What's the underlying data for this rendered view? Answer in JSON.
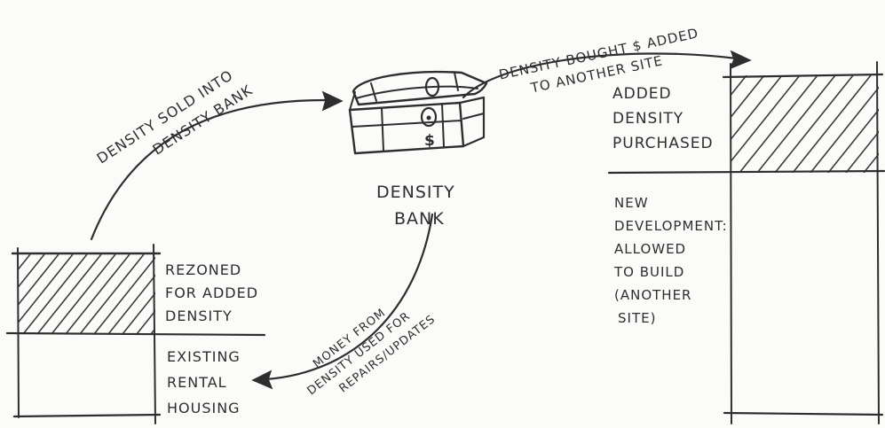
{
  "bank": {
    "label_line1": "DENSITY",
    "label_line2": "BANK",
    "icon": "treasure-chest-icon",
    "chest_symbol": "$"
  },
  "arrows": {
    "sold": {
      "line1": "DENSITY SOLD INTO",
      "line2": "DENSITY BANK"
    },
    "bought": {
      "line1": "DENSITY BOUGHT $ ADDED",
      "line2": "TO ANOTHER SITE"
    },
    "money": {
      "line1": "MONEY FROM",
      "line2": "DENSITY USED FOR",
      "line3": "REPAIRS/UPDATES"
    }
  },
  "left_site": {
    "top_label": [
      "REZONED",
      "FOR ADDED",
      "DENSITY"
    ],
    "bottom_label": [
      "EXISTING",
      "RENTAL",
      "HOUSING"
    ]
  },
  "right_site": {
    "top_label": [
      "ADDED",
      "DENSITY",
      "PURCHASED"
    ],
    "bottom_label": [
      "NEW",
      "DEVELOPMENT:",
      "ALLOWED",
      "TO BUILD",
      "(ANOTHER",
      "SITE)"
    ]
  }
}
